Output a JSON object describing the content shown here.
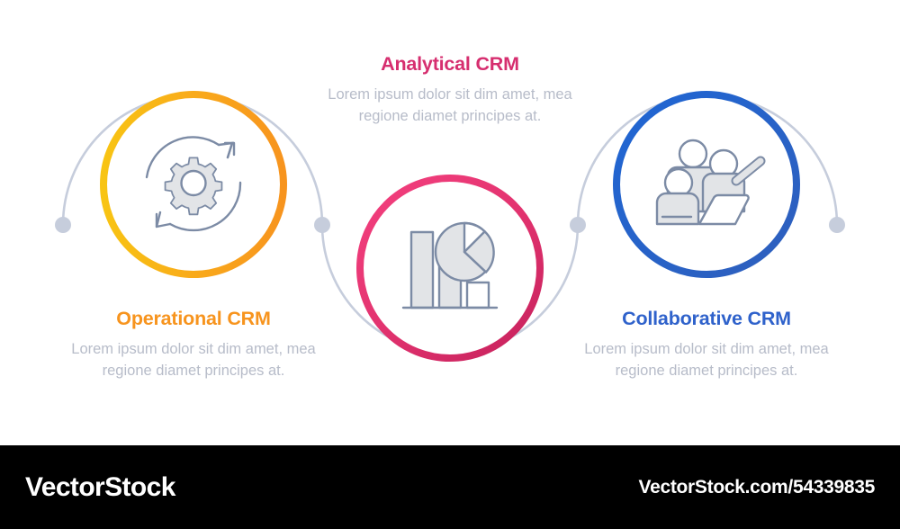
{
  "document": {
    "kind": "infographic",
    "title": "Three-step CRM types infographic",
    "background_color": "#ffffff"
  },
  "palette": {
    "orange_start": "#f8c413",
    "orange_end": "#f7941e",
    "pink_start": "#f4407f",
    "pink_end": "#c9235e",
    "blue": "#1e66d0",
    "connector_gray": "#c6cddc",
    "icon_stroke": "#7c8ba5",
    "icon_fill": "#e2e4e7",
    "body_text": "#b7bcc9",
    "title_orange": "#f7941e",
    "title_pink": "#d62e6f",
    "title_blue": "#2f62cb",
    "footer_bg": "#000000",
    "footer_text": "#ffffff"
  },
  "steps": [
    {
      "id": "operational",
      "title": "Operational CRM",
      "description": "Lorem ipsum dolor sit dim amet, mea regione diamet principes at.",
      "accent": "#f7941e",
      "icon": "gear-cycle-icon"
    },
    {
      "id": "analytical",
      "title": "Analytical CRM",
      "description": "Lorem ipsum dolor sit dim amet, mea regione diamet principes at.",
      "accent": "#d62e6f",
      "icon": "bar-pie-chart-icon"
    },
    {
      "id": "collaborative",
      "title": "Collaborative CRM",
      "description": "Lorem ipsum dolor sit dim amet, mea regione diamet principes at.",
      "accent": "#2f62cb",
      "icon": "team-people-icon"
    }
  ],
  "connectors": {
    "dot_count": 4,
    "dot_color": "#c6cddc",
    "arc_color": "#c6cddc"
  },
  "footer": {
    "logo": "VectorStock",
    "url": "VectorStock.com/54339835"
  }
}
